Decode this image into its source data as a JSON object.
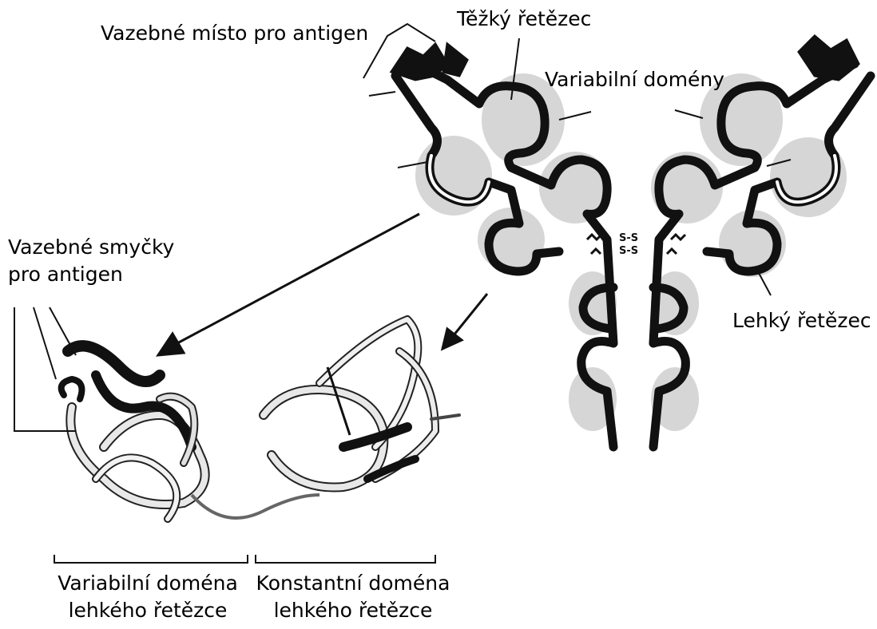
{
  "labels": {
    "binding_site": "Vazebné místo pro antigen",
    "heavy_chain": "Těžký řetězec",
    "variable_domains": "Variabilní domény",
    "binding_loops_line1": "Vazebné smyčky",
    "binding_loops_line2": "pro antigen",
    "light_chain": "Lehký řetězec",
    "var_domain_line1": "Variabilní doména",
    "var_domain_line2": "lehkého řetězce",
    "const_domain_line1": "Konstantní doména",
    "const_domain_line2": "lehkého řetězce",
    "disulfide": "S-S"
  },
  "colors": {
    "chain_dark": "#111111",
    "domain_fill": "#c9c9c9",
    "ribbon_light": "#e6e6e6"
  }
}
